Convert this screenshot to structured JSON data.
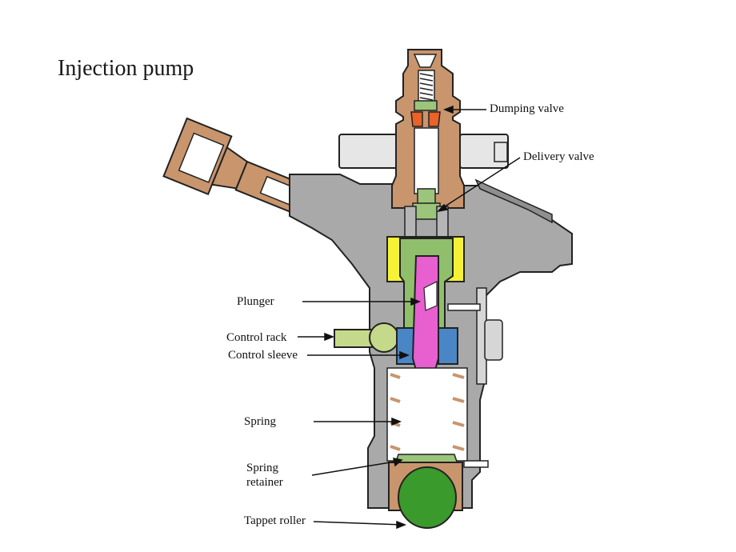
{
  "title": "Injection pump",
  "labels": {
    "dumping_valve": "Dumping valve",
    "delivery_valve": "Delivery valve",
    "plunger": "Plunger",
    "control_rack": "Control rack",
    "control_sleeve": "Control sleeve",
    "spring": "Spring",
    "spring_retainer_line1": "Spring",
    "spring_retainer_line2": "retainer",
    "tappet_roller": "Tappet roller"
  },
  "colors": {
    "housing": "#a9a9a9",
    "bronze": "#c8956d",
    "plunger": "#e85fd0",
    "barrel": "#8fbf6a",
    "yellow": "#f5f235",
    "blue_sleeve": "#4a86c5",
    "rack": "#c5d98a",
    "roller": "#3a9a2c",
    "dumping_valve": "#e8622a"
  }
}
